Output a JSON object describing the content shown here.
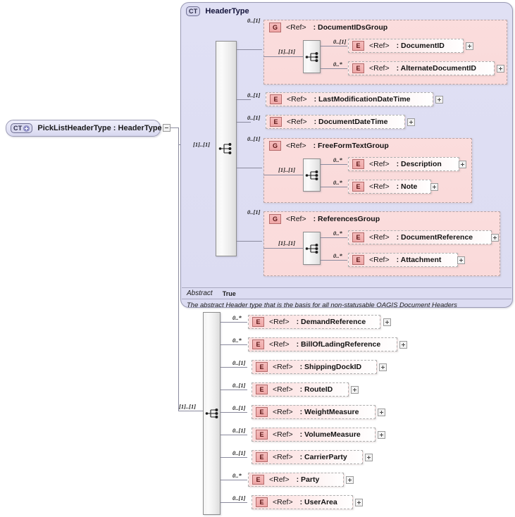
{
  "diagram": {
    "kind": "xsd-schema-diagram",
    "root": {
      "badge": "CT",
      "label": "PickListHeaderType : HeaderType",
      "expander": "minus-icon"
    },
    "complex_type": {
      "badge": "CT",
      "title": "HeaderType",
      "cardinality": "[1]..[1]",
      "abstract_key": "Abstract",
      "abstract_value": "True",
      "annotation": "The abstract Header type that is the basis for all non-statusable OAGIS Document Headers"
    },
    "header_children": [
      {
        "type": "group",
        "badge": "G",
        "ref": "<Ref>",
        "name": ": DocumentIDsGroup",
        "cardinality": "0..[1]",
        "inner_cardinality": "[1]..[1]",
        "children": [
          {
            "badge": "E",
            "ref": "<Ref>",
            "name": ": DocumentID",
            "cardinality": "0..[1]"
          },
          {
            "badge": "E",
            "ref": "<Ref>",
            "name": ": AlternateDocumentID",
            "cardinality": "0..*"
          }
        ]
      },
      {
        "type": "element",
        "badge": "E",
        "ref": "<Ref>",
        "name": ": LastModificationDateTime",
        "cardinality": "0..[1]"
      },
      {
        "type": "element",
        "badge": "E",
        "ref": "<Ref>",
        "name": ": DocumentDateTime",
        "cardinality": "0..[1]"
      },
      {
        "type": "group",
        "badge": "G",
        "ref": "<Ref>",
        "name": ": FreeFormTextGroup",
        "cardinality": "0..[1]",
        "inner_cardinality": "[1]..[1]",
        "children": [
          {
            "badge": "E",
            "ref": "<Ref>",
            "name": ": Description",
            "cardinality": "0..*"
          },
          {
            "badge": "E",
            "ref": "<Ref>",
            "name": ": Note",
            "cardinality": "0..*"
          }
        ]
      },
      {
        "type": "group",
        "badge": "G",
        "ref": "<Ref>",
        "name": ": ReferencesGroup",
        "cardinality": "0..[1]",
        "inner_cardinality": "[1]..[1]",
        "children": [
          {
            "badge": "E",
            "ref": "<Ref>",
            "name": ": DocumentReference",
            "cardinality": "0..*"
          },
          {
            "badge": "E",
            "ref": "<Ref>",
            "name": ": Attachment",
            "cardinality": "0..*"
          }
        ]
      }
    ],
    "extension_cardinality": "[1]..[1]",
    "extension_children": [
      {
        "badge": "E",
        "ref": "<Ref>",
        "name": ": DemandReference",
        "cardinality": "0..*"
      },
      {
        "badge": "E",
        "ref": "<Ref>",
        "name": ": BillOfLadingReference",
        "cardinality": "0..*"
      },
      {
        "badge": "E",
        "ref": "<Ref>",
        "name": ": ShippingDockID",
        "cardinality": "0..[1]"
      },
      {
        "badge": "E",
        "ref": "<Ref>",
        "name": ": RouteID",
        "cardinality": "0..[1]"
      },
      {
        "badge": "E",
        "ref": "<Ref>",
        "name": ": WeightMeasure",
        "cardinality": "0..[1]"
      },
      {
        "badge": "E",
        "ref": "<Ref>",
        "name": ": VolumeMeasure",
        "cardinality": "0..[1]"
      },
      {
        "badge": "E",
        "ref": "<Ref>",
        "name": ": CarrierParty",
        "cardinality": "0..[1]"
      },
      {
        "badge": "E",
        "ref": "<Ref>",
        "name": ": Party",
        "cardinality": "0..*"
      },
      {
        "badge": "E",
        "ref": "<Ref>",
        "name": ": UserArea",
        "cardinality": "0..[1]"
      }
    ],
    "colors": {
      "element_fill": "#fbdede",
      "group_fill": "#fbdcdc",
      "complextype_fill": "#dedef4",
      "badge_border": "#b46a6a",
      "line": "#8a8a9e"
    }
  }
}
